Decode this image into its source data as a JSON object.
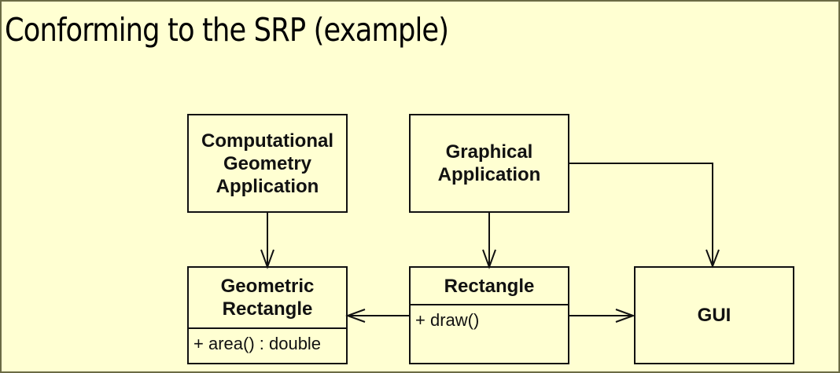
{
  "slide": {
    "title": "Conforming to the SRP (example)",
    "background_color": "#ffffd2"
  },
  "diagram": {
    "classes": {
      "computational_geometry_app": {
        "name_lines": [
          "Computational",
          "Geometry",
          "Application"
        ]
      },
      "graphical_app": {
        "name_lines": [
          "Graphical",
          "Application"
        ]
      },
      "geometric_rectangle": {
        "name_lines": [
          "Geometric",
          "Rectangle"
        ],
        "operation": "+ area() : double"
      },
      "rectangle": {
        "name_lines": [
          "Rectangle"
        ],
        "operation": "+ draw()"
      },
      "gui": {
        "name_lines": [
          "GUI"
        ]
      }
    },
    "associations": [
      {
        "from": "Computational Geometry Application",
        "to": "Geometric Rectangle",
        "type": "navigable"
      },
      {
        "from": "Graphical Application",
        "to": "Rectangle",
        "type": "navigable"
      },
      {
        "from": "Graphical Application",
        "to": "GUI",
        "type": "navigable"
      },
      {
        "from": "Rectangle",
        "to": "Geometric Rectangle",
        "type": "navigable"
      },
      {
        "from": "Rectangle",
        "to": "GUI",
        "type": "navigable"
      }
    ]
  }
}
